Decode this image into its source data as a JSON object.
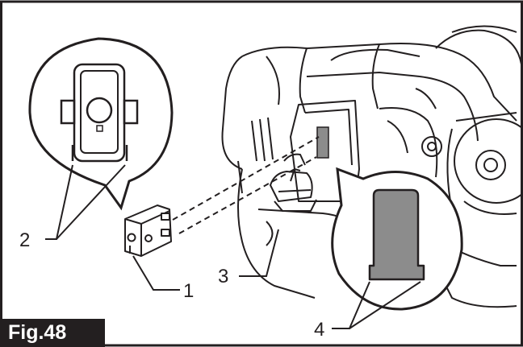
{
  "figure": {
    "label": "Fig.48",
    "callouts": [
      {
        "id": "1",
        "text": "1"
      },
      {
        "id": "2",
        "text": "2"
      },
      {
        "id": "3",
        "text": "3"
      },
      {
        "id": "4",
        "text": "4"
      }
    ]
  },
  "colors": {
    "line": "#231f20",
    "fill_part": "#8c8c8c",
    "label_bg": "#231f20",
    "label_text": "#ffffff"
  }
}
